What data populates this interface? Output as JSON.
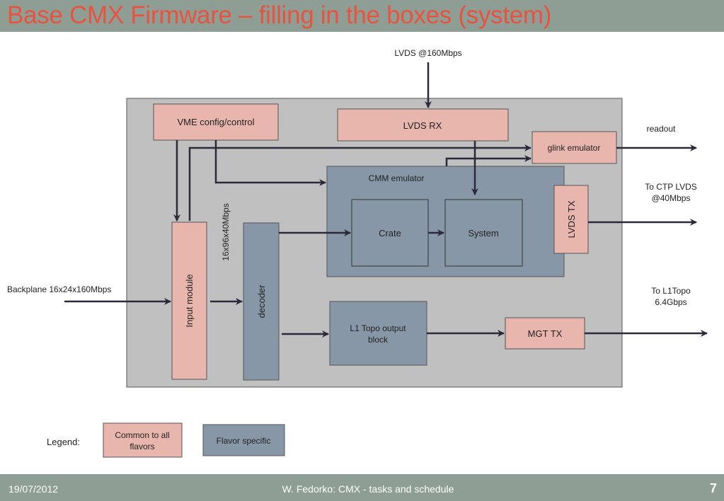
{
  "title": "Base CMX Firmware – filling in the boxes (system)",
  "labels": {
    "lvds_in": "LVDS @160Mbps",
    "readout": "readout",
    "ctp_line1": "To CTP LVDS",
    "ctp_line2": "@40Mbps",
    "backplane": "Backplane 16x24x160Mbps",
    "l1topo_line1": "To L1Topo",
    "l1topo_line2": "6.4Gbps",
    "bus_width": "16x96x40Mbps",
    "legend_label": "Legend:"
  },
  "blocks": {
    "vme": "VME config/control",
    "lvds_rx": "LVDS RX",
    "glink": "glink emulator",
    "cmm": "CMM emulator",
    "crate": "Crate",
    "system": "System",
    "lvds_tx": "LVDS TX",
    "input_module": "Input module",
    "decoder": "decoder",
    "l1topo_line1": "L1 Topo output",
    "l1topo_line2": "block",
    "mgt_tx": "MGT TX"
  },
  "legend": {
    "common_line1": "Common to all",
    "common_line2": "flavors",
    "flavor": "Flavor specific"
  },
  "colors": {
    "common": "#e9b6ae",
    "flavor": "#8797a7",
    "background_box": "#c0c0c0",
    "title": "#e8533f",
    "bar": "#8f9e94"
  },
  "footer": {
    "date": "19/07/2012",
    "center": "W. Fedorko: CMX - tasks and schedule",
    "page": "7"
  }
}
